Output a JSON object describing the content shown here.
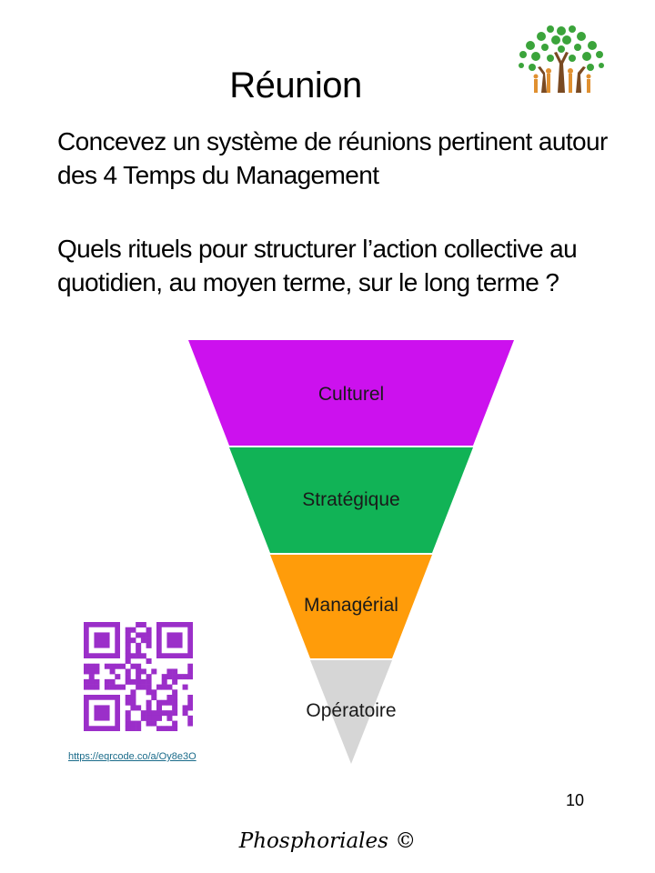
{
  "slide": {
    "title": "Réunion",
    "paragraph1": "Concevez un  système  de réunions pertinent autour\ndes  4 Temps du Management",
    "paragraph2": "Quels rituels pour structurer l’action collective au\nquotidien, au moyen terme, sur le long terme ?",
    "page_number": "10",
    "footer": "Phosphoriales ©"
  },
  "funnel": {
    "levels": [
      {
        "label": "Culturel",
        "color": "#cc11ee"
      },
      {
        "label": "Stratégique",
        "color": "#11b356"
      },
      {
        "label": "Managérial",
        "color": "#ff9c0a"
      },
      {
        "label": "Opératoire",
        "color": "#d6d6d6"
      }
    ]
  },
  "qr": {
    "link_text": "https://eqrcode.co/a/Oy8e3O",
    "color": "#9b2fc9"
  },
  "logo": {
    "icon": "tree-people-logo-icon",
    "leaf_color": "#3ba43b",
    "trunk_color": "#7a4a22"
  }
}
